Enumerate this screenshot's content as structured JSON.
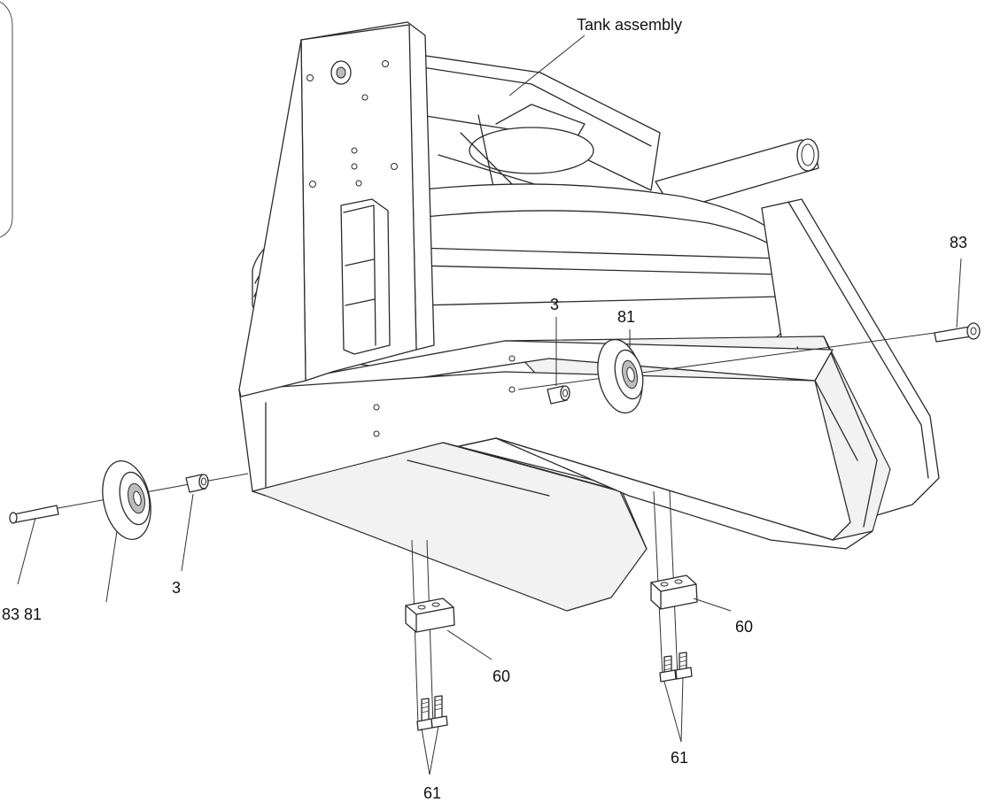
{
  "labels": {
    "tank_assembly": "Tank assembly",
    "part_83_right": "83",
    "part_81_right": "81",
    "part_3_right": "3",
    "part_3_left": "3",
    "part_83_81_left": "83 81",
    "part_60_left": "60",
    "part_60_right": "60",
    "part_61_left": "61",
    "part_61_right": "61"
  }
}
